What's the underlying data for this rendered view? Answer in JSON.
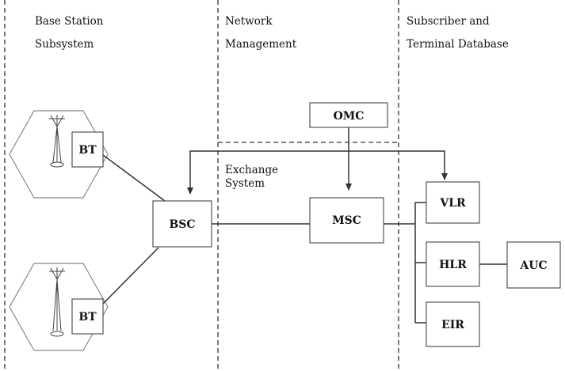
{
  "sections": {
    "base_station_line1": "Base Station",
    "base_station_line2": "Subsystem",
    "network_mgmt_line1": "Network",
    "network_mgmt_line2": "Management",
    "subscriber_line1": "Subscriber and",
    "subscriber_line2": "Terminal Database",
    "exchange_line1": "Exchange",
    "exchange_line2": "System"
  },
  "nodes": {
    "bt_top": "BT",
    "bt_bottom": "BT",
    "bsc": "BSC",
    "omc": "OMC",
    "msc": "MSC",
    "vlr": "VLR",
    "hlr": "HLR",
    "eir": "EIR",
    "auc": "AUC"
  },
  "colors": {
    "line": "#333333",
    "box_stroke": "#555555",
    "hex_stroke": "#888888"
  }
}
